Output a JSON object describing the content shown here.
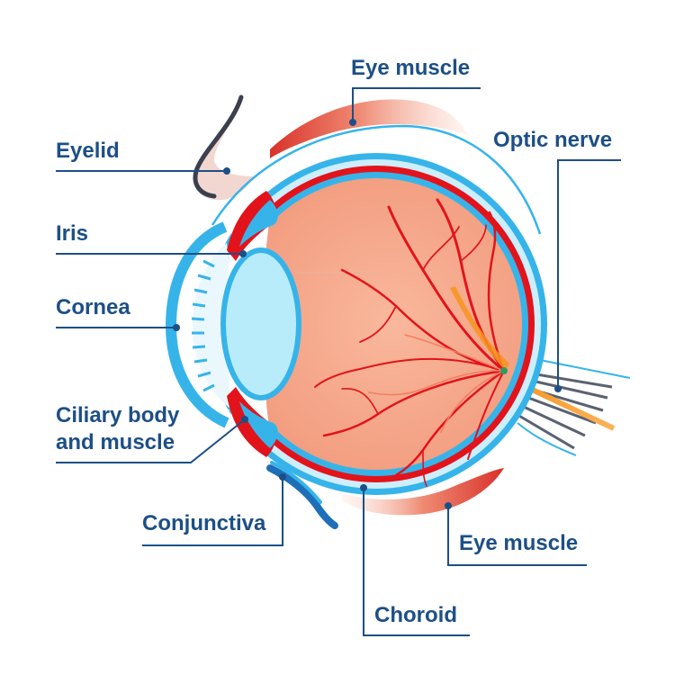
{
  "colors": {
    "label": "#1d4f86",
    "leader_line": "#1d4f86",
    "sclera_blue": "#36b4ea",
    "pale_blue": "#cdeefc",
    "lens_blue": "#b8ecfb",
    "vessel_red": "#e3131b",
    "retina_flesh": "#f5a88a",
    "muscle": "#e8735f",
    "nerve_orange": "#f7941d",
    "nerve_gray": "#5a6170"
  },
  "labels": {
    "eye_muscle_top": "Eye muscle",
    "eyelid": "Eyelid",
    "optic_nerve": "Optic nerve",
    "iris": "Iris",
    "cornea": "Cornea",
    "ciliary_line1": "Ciliary body",
    "ciliary_line2": "and muscle",
    "conjunctiva": "Conjunctiva",
    "eye_muscle_bottom": "Eye muscle",
    "choroid": "Choroid"
  }
}
